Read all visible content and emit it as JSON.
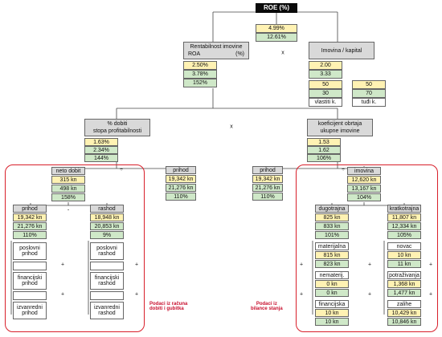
{
  "root": {
    "label": "ROE (%)",
    "values": [
      "4.99%",
      "12.61%"
    ]
  },
  "roa": {
    "label_line1": "Rentabilnost imovine",
    "label_line2a": "ROA",
    "label_line2b": "(%)",
    "values": [
      "2.50%",
      "3.78%",
      "152%"
    ]
  },
  "leverage": {
    "label": "Imovina / kapital",
    "values": [
      "2.00",
      "3.33"
    ],
    "pairs": [
      [
        "50",
        "50"
      ],
      [
        "30",
        "70"
      ]
    ],
    "footer": [
      "vlastiti k.",
      "tuđi k."
    ]
  },
  "margin": {
    "label_line1": "% dobiti",
    "label_line2": "stopa profitabilnosti",
    "values": [
      "1.63%",
      "2.34%",
      "144%"
    ]
  },
  "turnover": {
    "label_line1": "koeficijent obrtaja",
    "label_line2": "ukupne imovine",
    "values": [
      "1.53",
      "1.62",
      "106%"
    ]
  },
  "revenue_a": {
    "label": "prihod",
    "values": [
      "19,342 kn",
      "21,276 kn",
      "110%"
    ]
  },
  "revenue_b": {
    "label": "prihod",
    "values": [
      "19,342 kn",
      "21,276 kn",
      "110%"
    ]
  },
  "net_profit": {
    "label": "neto dobit",
    "values": [
      "315 kn",
      "498 kn",
      "158%"
    ]
  },
  "assets": {
    "label": "imovina",
    "values": [
      "12,620 kn",
      "13,167 kn",
      "104%"
    ]
  },
  "income": {
    "label": "prihod",
    "values": [
      "19,342 kn",
      "21,276 kn",
      "110%"
    ],
    "items": [
      "poslovni prihod",
      "",
      "financijski prihod",
      "",
      "izvanredni prihod"
    ]
  },
  "expense": {
    "label": "rashod",
    "values": [
      "18,948 kn",
      "20,853 kn",
      "9%"
    ],
    "items": [
      "poslovni rashod",
      "",
      "financijski rashod",
      "",
      "izvanredni rashod"
    ]
  },
  "longterm": {
    "label": "dugotrajna",
    "values": [
      "825 kn",
      "833 kn",
      "101%"
    ],
    "subs": [
      {
        "label": "materijalna",
        "values": [
          "815 kn",
          "823 kn"
        ]
      },
      {
        "label": "nematerij.",
        "values": [
          "0 kn",
          "0 kn"
        ]
      },
      {
        "label": "financijska",
        "values": [
          "10 kn",
          "10 kn"
        ]
      }
    ]
  },
  "shortterm": {
    "label": "kratkotrajna",
    "values": [
      "11,807 kn",
      "12,334 kn",
      "105%"
    ],
    "subs": [
      {
        "label": "novac",
        "values": [
          "10 kn",
          "11 kn"
        ]
      },
      {
        "label": "potraživanja",
        "values": [
          "1,368 kn",
          "1,477 kn"
        ]
      },
      {
        "label": "zalihe",
        "values": [
          "10,429 kn",
          "10,846 kn"
        ]
      }
    ]
  },
  "operators": {
    "times": "x",
    "divide": "÷",
    "minus": "-",
    "plus": "+"
  },
  "notes": {
    "left_line1": "Podaci iz računa",
    "left_line2": "dobiti i gubitka",
    "right_line1": "Podaci iz",
    "right_line2": "bilance stanja"
  }
}
